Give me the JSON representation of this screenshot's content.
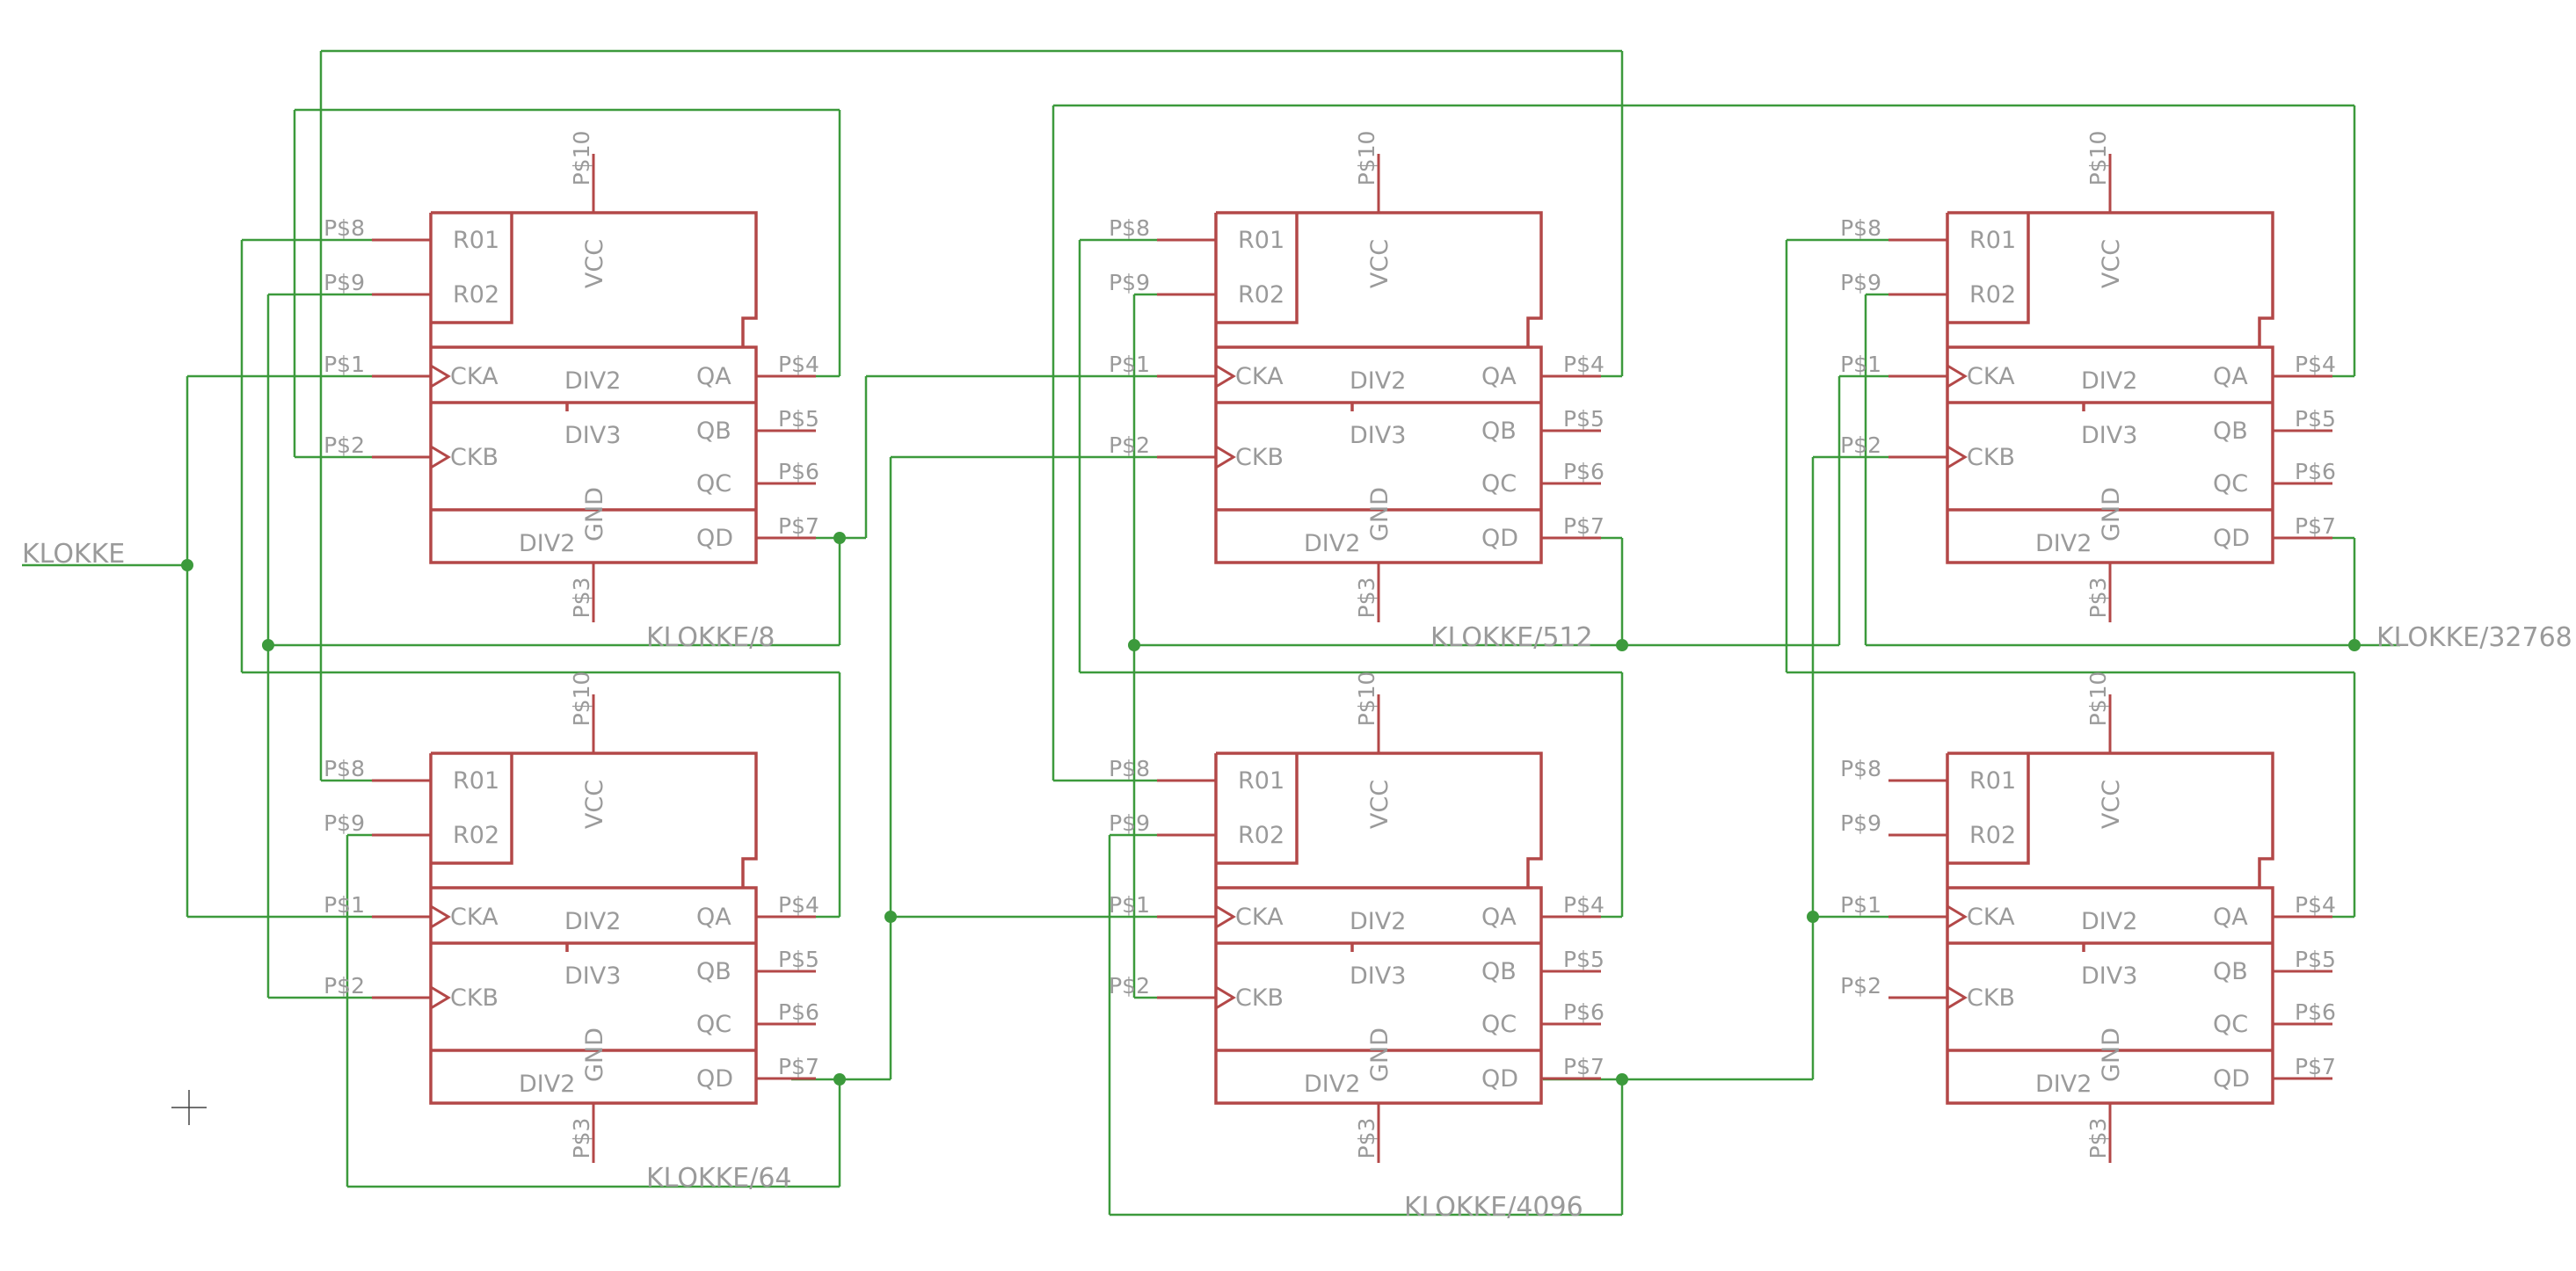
{
  "chip": {
    "pins": {
      "p8": "P$8",
      "p9": "P$9",
      "p1": "P$1",
      "p2": "P$2",
      "p4": "P$4",
      "p5": "P$5",
      "p6": "P$6",
      "p7": "P$7",
      "p10": "P$10",
      "p3": "P$3"
    },
    "labels": {
      "r01": "R01",
      "r02": "R02",
      "vcc": "VCC",
      "cka": "CKA",
      "ckb": "CKB",
      "div2": "DIV2",
      "div3": "DIV3",
      "gnd": "GND",
      "qa": "QA",
      "qb": "QB",
      "qc": "QC",
      "qd": "QD"
    }
  },
  "chips": [
    {
      "id": "U1",
      "position": "top-left"
    },
    {
      "id": "U2",
      "position": "top-middle"
    },
    {
      "id": "U3",
      "position": "top-right"
    },
    {
      "id": "U4",
      "position": "bottom-left"
    },
    {
      "id": "U5",
      "position": "bottom-middle"
    },
    {
      "id": "U6",
      "position": "bottom-right"
    }
  ],
  "signals": {
    "clock": "KLOKKE",
    "div8": "KLOKKE/8",
    "div64": "KLOKKE/64",
    "div512": "KLOKKE/512",
    "div4096": "KLOKKE/4096",
    "div32768": "KLOKKE/32768"
  },
  "colors": {
    "component": "#b34848",
    "wire": "#3c9a3c",
    "text": "#9a9a9a",
    "background": "#ffffff"
  }
}
